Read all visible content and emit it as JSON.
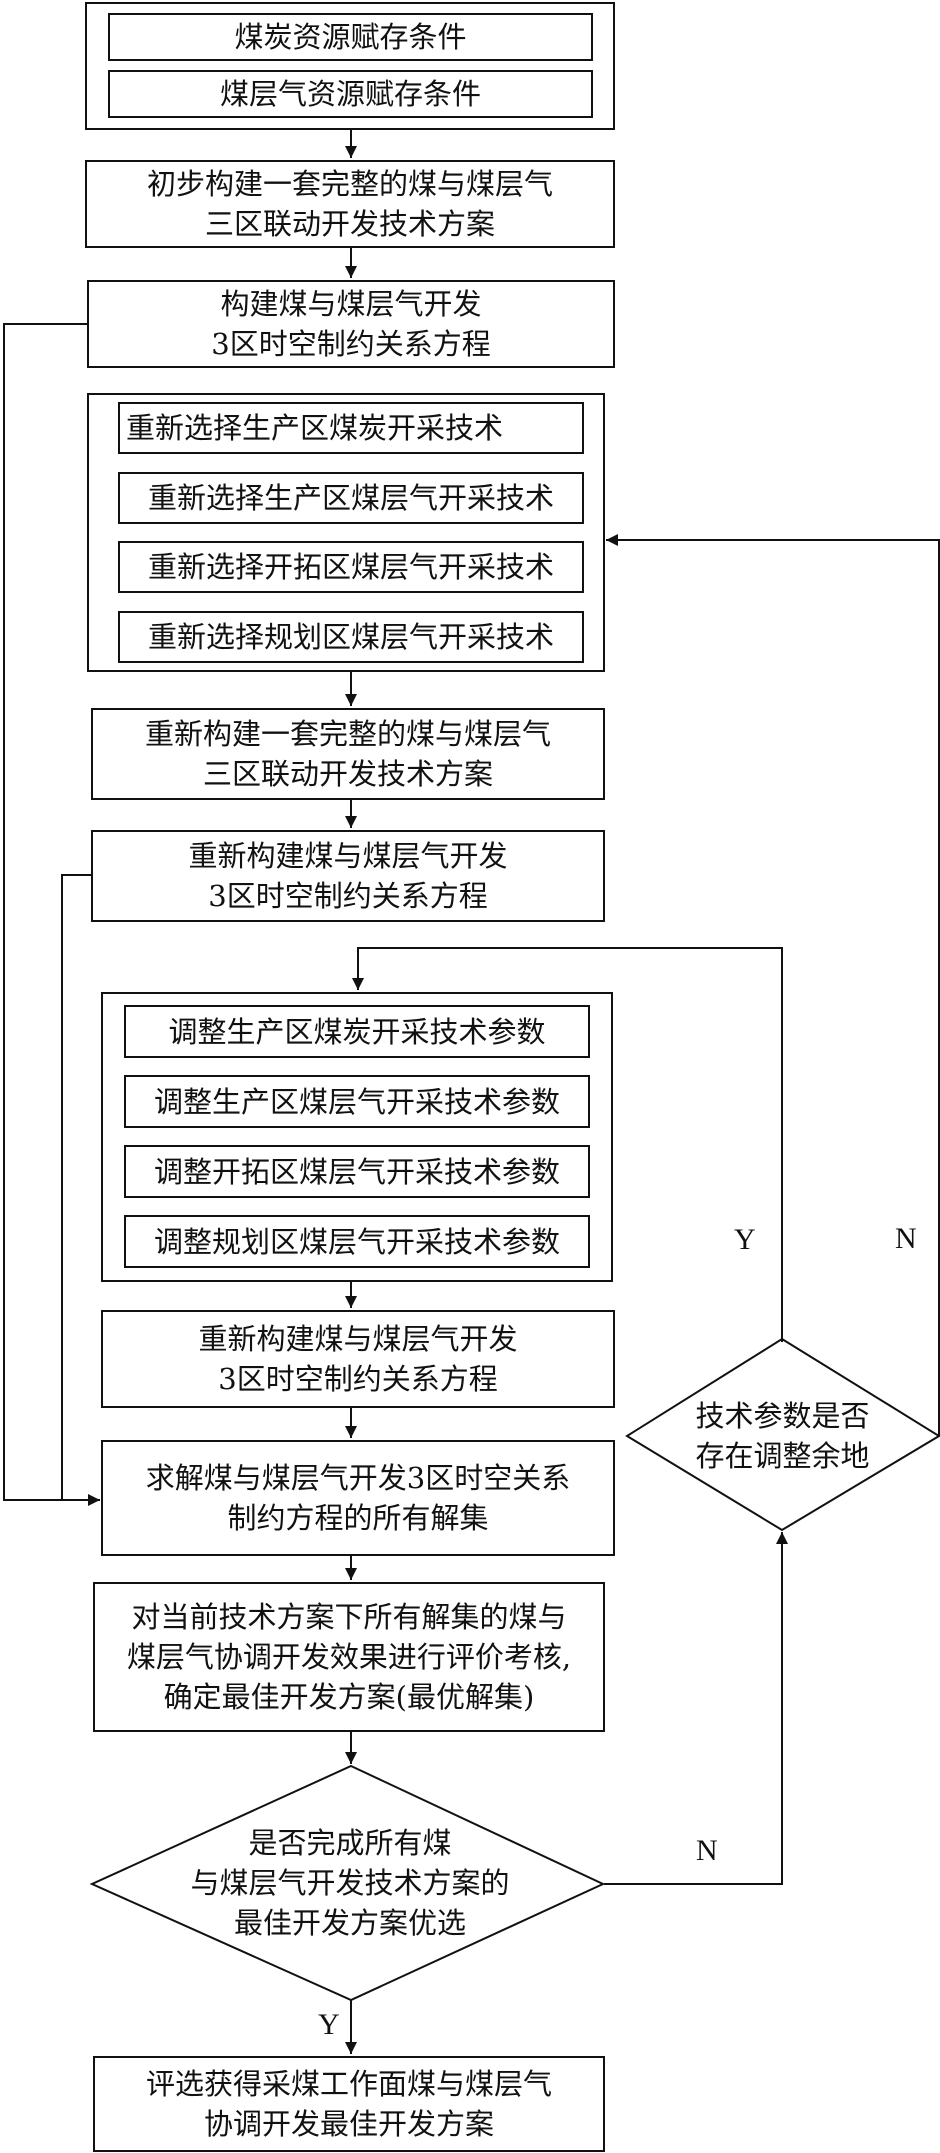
{
  "resource": {
    "coal_condition": "煤炭资源赋存条件",
    "cbm_condition": "煤层气资源赋存条件"
  },
  "initial_scheme": {
    "line1": "初步构建一套完整的煤与煤层气",
    "line2": "三区联动开发技术方案"
  },
  "initial_equation": {
    "line1": "构建煤与煤层气开发",
    "line2": "3区时空制约关系方程"
  },
  "reselect": {
    "items": [
      "重新选择生产区煤炭开采技术",
      "重新选择生产区煤层气开采技术",
      "重新选择开拓区煤层气开采技术",
      "重新选择规划区煤层气开采技术"
    ]
  },
  "rebuild_scheme": {
    "line1": "重新构建一套完整的煤与煤层气",
    "line2": "三区联动开发技术方案"
  },
  "rebuild_equation_1": {
    "line1": "重新构建煤与煤层气开发",
    "line2": "3区时空制约关系方程"
  },
  "adjust": {
    "items": [
      "调整生产区煤炭开采技术参数",
      "调整生产区煤层气开采技术参数",
      "调整开拓区煤层气开采技术参数",
      "调整规划区煤层气开采技术参数"
    ]
  },
  "rebuild_equation_2": {
    "line1": "重新构建煤与煤层气开发",
    "line2": "3区时空制约关系方程"
  },
  "solve": {
    "line1": "求解煤与煤层气开发3区时空关系",
    "line2": "制约方程的所有解集"
  },
  "evaluate": {
    "line1": "对当前技术方案下所有解集的煤与",
    "line2": "煤层气协调开发效果进行评价考核,",
    "line3": "确定最佳开发方案(最优解集)"
  },
  "decision_all": {
    "line1": "是否完成所有煤",
    "line2": "与煤层气开发技术方案的",
    "line3": "最佳开发方案优选"
  },
  "decision_param": {
    "line1": "技术参数是否",
    "line2": "存在调整余地"
  },
  "final": {
    "line1": "评选获得采煤工作面煤与煤层气",
    "line2": "协调开发最佳开发方案"
  },
  "labels": {
    "yes_param": "Y",
    "no_param": "N",
    "no_all": "N",
    "yes_all": "Y"
  }
}
